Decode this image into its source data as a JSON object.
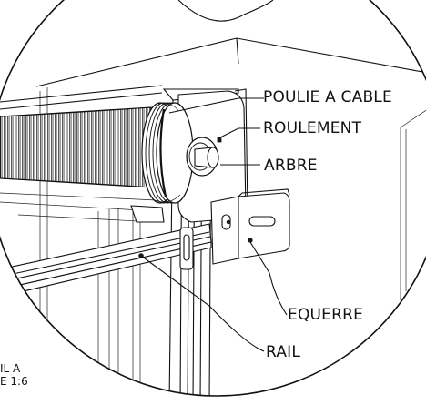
{
  "callouts": {
    "poulie": "POULIE A CABLE",
    "roulement": "ROULEMENT",
    "arbre": "ARBRE",
    "equerre": "EQUERRE",
    "rail": "RAIL"
  },
  "corner_note": {
    "line1": "IL A",
    "line2": "E 1:6"
  }
}
